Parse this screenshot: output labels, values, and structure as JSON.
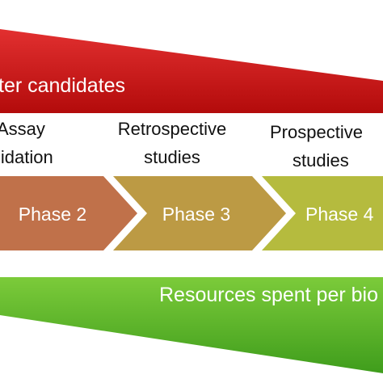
{
  "top_banner": {
    "label": "ter candidates",
    "color_dark": "#b30b0b",
    "color_light": "#e23030"
  },
  "stages": [
    {
      "line1": "Assay",
      "line2": "lidation"
    },
    {
      "line1": "Retrospective",
      "line2": "studies"
    },
    {
      "line1": "Prospective",
      "line2": "studies"
    }
  ],
  "phases": [
    {
      "label": "Phase 2",
      "color": "#c0714a"
    },
    {
      "label": "Phase 3",
      "color": "#bc9a44"
    },
    {
      "label": "Phase 4",
      "color": "#b5bb3e"
    }
  ],
  "bottom_banner": {
    "label": "Resources spent per bio",
    "color_dark": "#3f9d1c",
    "color_light": "#7ccb3a"
  }
}
